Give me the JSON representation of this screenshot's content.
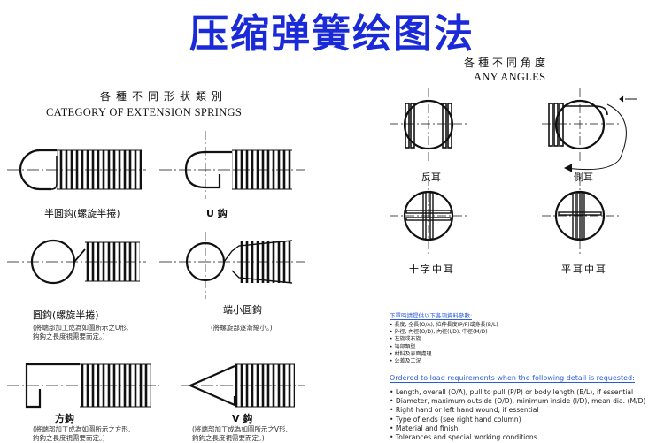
{
  "main_title": "压缩弹簧绘图法",
  "left_panel": {
    "header_cn": "各種不同形狀類別",
    "header_en": "CATEGORY OF EXTENSION SPRINGS",
    "captions": {
      "half_round_hook": "半圓鈎(螺旋半捲)",
      "u_hook": "U 鈎",
      "round_hook": "圓鈎(螺旋半捲)",
      "small_end_round_hook": "端小圓鈎",
      "square_hook": "方鈎",
      "v_hook": "V 鈎"
    },
    "notes": {
      "round_hook_note_1": "(將端部加工成為如圖所示之U形,",
      "round_hook_note_2": "鈎鈎之長度視需要而定。)",
      "small_end_note": "(將螺旋部逐漸縮小。)",
      "square_hook_note_1": "(將端部加工成為如圖所示之方形,",
      "square_hook_note_2": "鈎鈎之長度視需要而定。)",
      "v_hook_note_1": "(將端部加工成為如圖所示之V形,",
      "v_hook_note_2": "鈎鈎之長度視需要而定。)"
    }
  },
  "right_panel": {
    "header_cn": "各種不同角度",
    "header_en": "ANY ANGLES",
    "captions": {
      "reverse_ear": "反耳",
      "side_ear": "側耳",
      "cross_center_ear": "十字中耳",
      "flat_center_ear": "平耳中耳"
    },
    "requirements_cn_title": "下單時請提供以下各項資料參數:",
    "requirements_cn": [
      "長度, 全長(O/A), 拉伸長度(P/P)或身長(B/L)",
      "外徑, 內徑(O/D), 內徑(I/D), 中徑(M/D)",
      "左旋或右旋",
      "端部類型",
      "材料及表面處理",
      "公差及工況"
    ],
    "requirements_en_title": "Ordered to load requirements when the following detail is requested:",
    "requirements_en": [
      "Length, overall (O/A), pull to pull (P/P) or body length (B/L), if essential",
      "Diameter, maximum outside (O/D), minimum inside (I/D), mean dia. (M/D)",
      "Right hand or left hand wound, if essential",
      "Type of ends (see right hand column)",
      "Material and finish",
      "Tolerances and special working conditions"
    ]
  },
  "colors": {
    "title_blue": "#1a2ad8",
    "link_blue": "#2b5bd8",
    "line_black": "#111111"
  }
}
